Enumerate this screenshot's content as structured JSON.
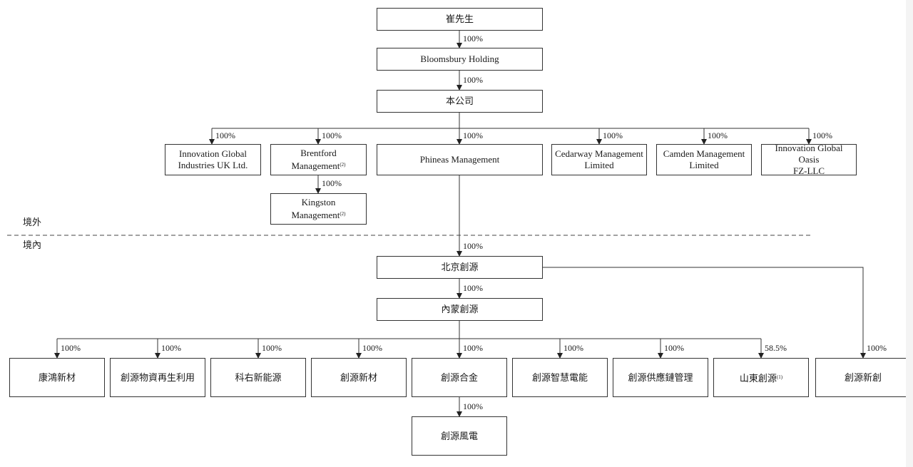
{
  "regions": {
    "offshore": "境外",
    "onshore": "境內"
  },
  "entities": {
    "cui": "崔先生",
    "bloomsbury": "Bloomsbury Holding",
    "company": "本公司",
    "igi_uk_1": "Innovation Global",
    "igi_uk_2": "Industries UK Ltd.",
    "brentford_1": "Brentford",
    "brentford_2": "Management",
    "brentford_note": "(2)",
    "kingston_1": "Kingston",
    "kingston_2": "Management",
    "kingston_note": "(2)",
    "phineas": "Phineas Management",
    "cedarway_1": "Cedarway Management",
    "cedarway_2": "Limited",
    "camden_1": "Camden Management",
    "camden_2": "Limited",
    "oasis_1": "Innovation Global Oasis",
    "oasis_2": "FZ-LLC",
    "beijing": "北京創源",
    "neimeng": "內蒙創源",
    "kanghong": "康鴻新材",
    "recycling": "創源物資再生利用",
    "keyou": "科右新能源",
    "newmat": "創源新材",
    "alloy": "創源合金",
    "smart": "創源智慧電能",
    "supply": "創源供應鏈管理",
    "shandong": "山東創源",
    "shandong_note": "(1)",
    "xinchuang": "創源新創",
    "wind": "創源風電"
  },
  "ownership": {
    "cui_bloomsbury": "100%",
    "bloomsbury_company": "100%",
    "company_igi_uk": "100%",
    "company_brentford": "100%",
    "company_phineas": "100%",
    "company_cedarway": "100%",
    "company_camden": "100%",
    "company_oasis": "100%",
    "brentford_kingston": "100%",
    "phineas_beijing": "100%",
    "beijing_neimeng": "100%",
    "neimeng_kanghong": "100%",
    "neimeng_recycling": "100%",
    "neimeng_keyou": "100%",
    "neimeng_newmat": "100%",
    "neimeng_alloy": "100%",
    "neimeng_smart": "100%",
    "neimeng_supply": "100%",
    "neimeng_shandong": "58.5%",
    "beijing_xinchuang": "100%",
    "alloy_wind": "100%"
  }
}
